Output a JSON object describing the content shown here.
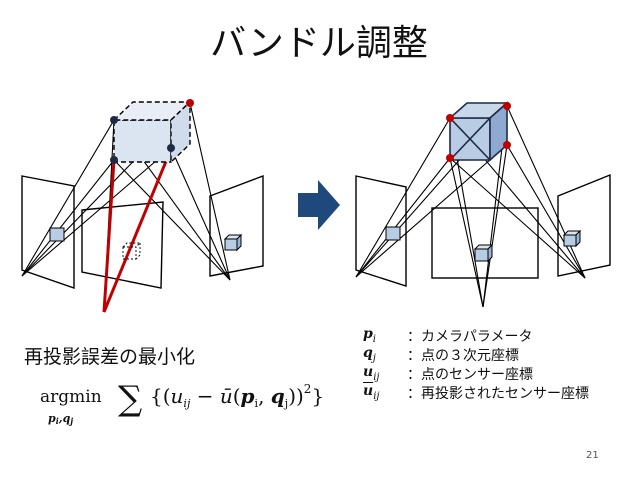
{
  "slide": {
    "title": "バンドル調整",
    "page_number": "21"
  },
  "objective": {
    "label": "再投影誤差の最小化",
    "argmin": "argmin",
    "argmin_sub": "p_i,q_j",
    "formula_body": "Σ{(u_ij − ū(p_i, q_j))²}"
  },
  "legend": [
    {
      "symbol": "p",
      "sub": "i",
      "bar": false,
      "text": "：カメラパラメータ"
    },
    {
      "symbol": "q",
      "sub": "j",
      "bar": false,
      "text": "：点の３次元座標"
    },
    {
      "symbol": "u",
      "sub": "ij",
      "bar": false,
      "text": "：点のセンサー座標"
    },
    {
      "symbol": "u",
      "sub": "ij",
      "bar": true,
      "text": "：再投影されたセンサー座標"
    }
  ],
  "colors": {
    "cube_fill": "#b8cce4",
    "cube_stroke": "#1f3864",
    "reproj_ray": "#c00000",
    "point_dark": "#1f2a44",
    "arrow": "#1f497d"
  }
}
